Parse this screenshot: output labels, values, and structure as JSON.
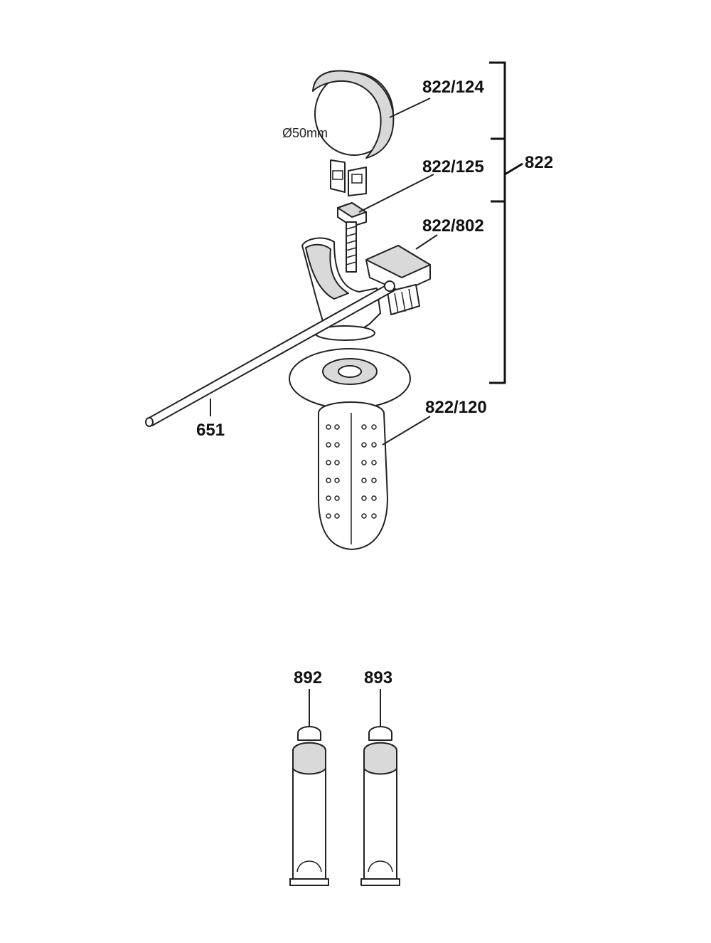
{
  "labels": {
    "band": "822/124",
    "screw": "822/125",
    "holder": "822/802",
    "assembly": "822",
    "handle": "822/120",
    "rod": "651",
    "tube_left": "892",
    "tube_right": "893"
  },
  "annotations": {
    "diameter": "Ø50mm"
  }
}
